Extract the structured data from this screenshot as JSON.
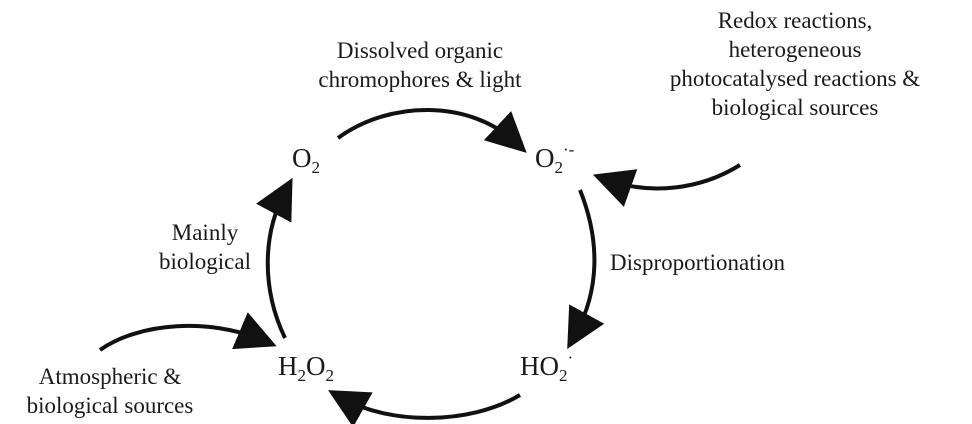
{
  "nodes": {
    "o2": {
      "base": "O",
      "sub": "2",
      "sup": ""
    },
    "superoxide": {
      "base": "O",
      "sub": "2",
      "sup": "·-"
    },
    "ho2": {
      "base": "HO",
      "sub": "2",
      "sup": "·"
    },
    "h2o2": {
      "h": "H",
      "sub1": "2",
      "o": "O",
      "sub2": "2"
    }
  },
  "labels": {
    "top": [
      "Dissolved organic",
      "chromophores & light"
    ],
    "top_right": [
      "Redox reactions,",
      "heterogeneous",
      "photocatalysed reactions &",
      "biological sources"
    ],
    "left": [
      "Mainly",
      "biological"
    ],
    "right": "Disproportionation",
    "bottom_left": [
      "Atmospheric &",
      "biological sources"
    ]
  },
  "colors": {
    "arrow": "#111111",
    "text": "#1a1a1a"
  }
}
